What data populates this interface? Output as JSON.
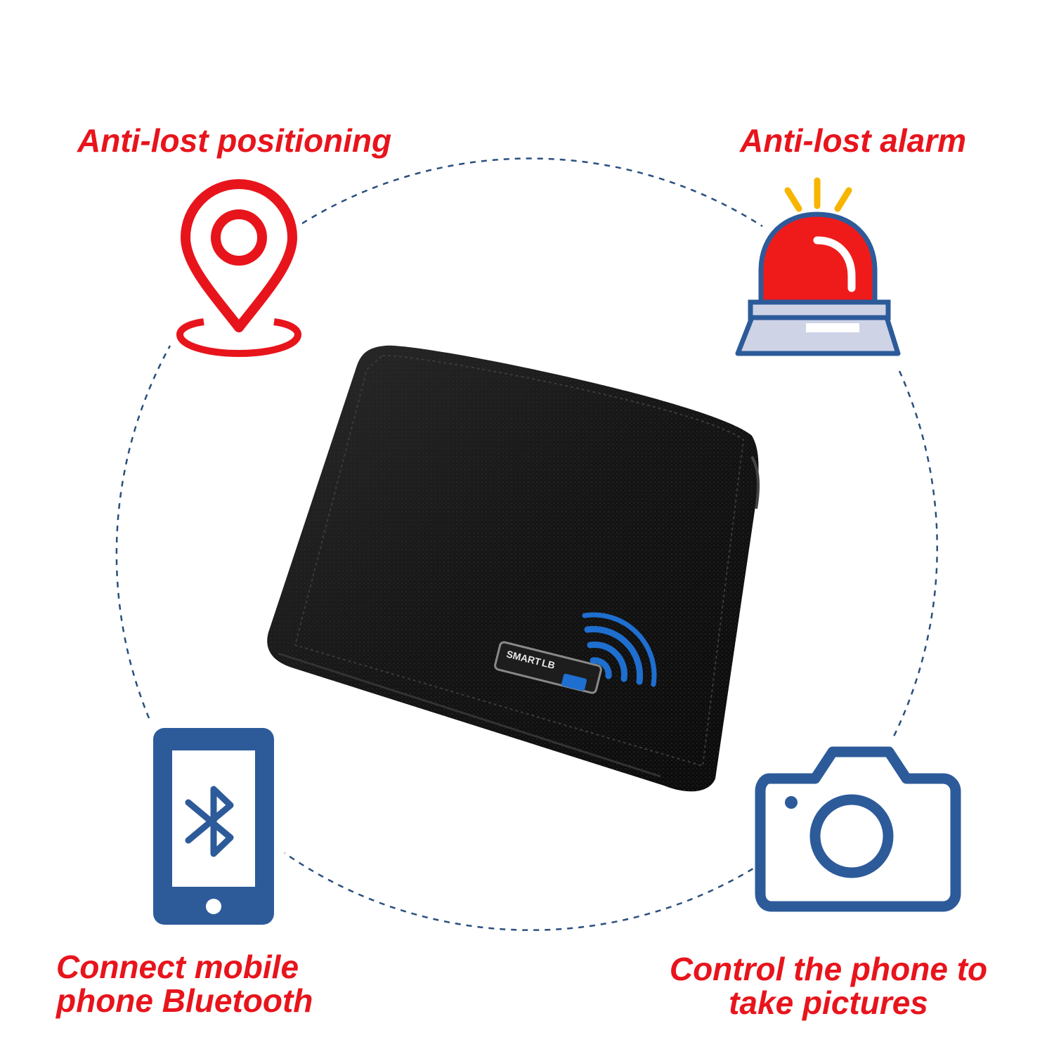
{
  "features": {
    "top_left": {
      "label": "Anti-lost positioning",
      "icon": "location-pin-icon"
    },
    "top_right": {
      "label": "Anti-lost alarm",
      "icon": "siren-alarm-icon"
    },
    "bottom_left": {
      "label": "Connect mobile\nphone Bluetooth",
      "icon": "phone-bluetooth-icon"
    },
    "bottom_right": {
      "label": "Control the phone to\ntake pictures",
      "icon": "camera-icon"
    }
  },
  "product": {
    "name": "wallet",
    "badge_text": "SMART",
    "badge_mark": "LB"
  },
  "colors": {
    "label_red": "#e8141c",
    "icon_red": "#e8141c",
    "icon_blue": "#2d5b9a",
    "dashed_circle": "#2a4f7e",
    "alarm_yellow": "#f7b500",
    "alarm_base": "#cfd3e6",
    "signal_blue": "#1e6fd0",
    "wallet": "#141414"
  }
}
